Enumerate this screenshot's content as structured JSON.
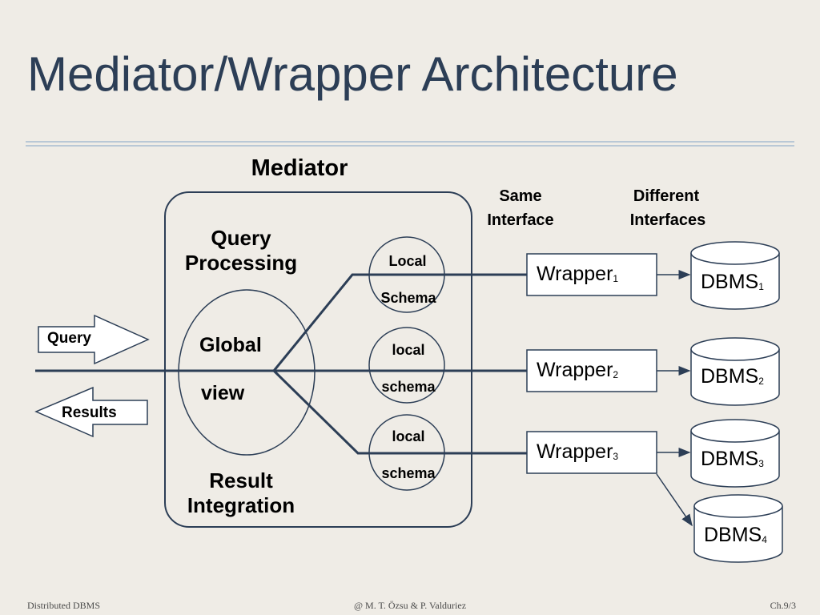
{
  "slide": {
    "title": "Mediator/Wrapper Architecture"
  },
  "diagram": {
    "mediator_label": "Mediator",
    "query_processing": [
      "Query",
      "Processing"
    ],
    "global_view": [
      "Global",
      "view"
    ],
    "result_integration": [
      "Result",
      "Integration"
    ],
    "local_schemas": [
      [
        "Local",
        "Schema"
      ],
      [
        "local",
        "schema"
      ],
      [
        "local",
        "schema"
      ]
    ],
    "same_interface": [
      "Same",
      "Interface"
    ],
    "different_interfaces": [
      "Different",
      "Interfaces"
    ],
    "query_arrow": "Query",
    "results_arrow": "Results",
    "wrappers": [
      {
        "base": "Wrapper",
        "sub": "1"
      },
      {
        "base": "Wrapper",
        "sub": "2"
      },
      {
        "base": "Wrapper",
        "sub": "3"
      }
    ],
    "dbms": [
      {
        "base": "DBMS",
        "sub": "1"
      },
      {
        "base": "DBMS",
        "sub": "2"
      },
      {
        "base": "DBMS",
        "sub": "3"
      },
      {
        "base": "DBMS",
        "sub": "4"
      }
    ],
    "colors": {
      "line": "#2c3e56",
      "title": "#2c3e56",
      "background": "#efece6"
    }
  },
  "footer": {
    "left": "Distributed DBMS",
    "center": "@ M. T. Özsu & P. Valduriez",
    "right": "Ch.9/3"
  }
}
